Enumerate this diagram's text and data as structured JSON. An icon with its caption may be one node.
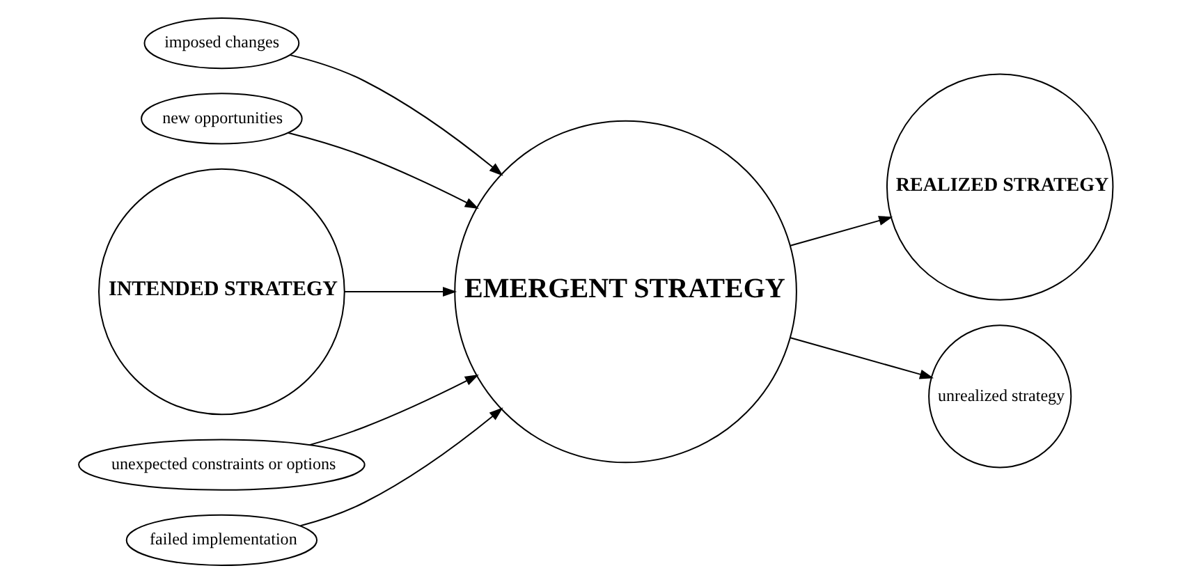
{
  "diagram": {
    "nodes": [
      {
        "text": [
          "imposed changes"
        ]
      },
      {
        "text": [
          "new opportunities"
        ]
      },
      {
        "text": [
          "INTENDED STRATEGY"
        ]
      },
      {
        "text": [
          "EMERGENT STRATEGY"
        ]
      },
      {
        "text": [
          "REALIZED STRATEGY"
        ]
      },
      {
        "text": [
          "unrealized strategy"
        ]
      },
      {
        "text": [
          "unexpected constraints or options"
        ]
      },
      {
        "text": [
          "failed implementation"
        ]
      }
    ],
    "edges": [
      {
        "from": 0,
        "to": 3,
        "arrow": "to"
      },
      {
        "from": 1,
        "to": 3,
        "arrow": "to"
      },
      {
        "from": 2,
        "to": 3,
        "arrow": "to"
      },
      {
        "from": 6,
        "to": 3,
        "arrow": "to"
      },
      {
        "from": 7,
        "to": 3,
        "arrow": "to"
      },
      {
        "from": 3,
        "to": 4,
        "arrow": "to"
      },
      {
        "from": 3,
        "to": 5,
        "arrow": "to"
      }
    ]
  }
}
